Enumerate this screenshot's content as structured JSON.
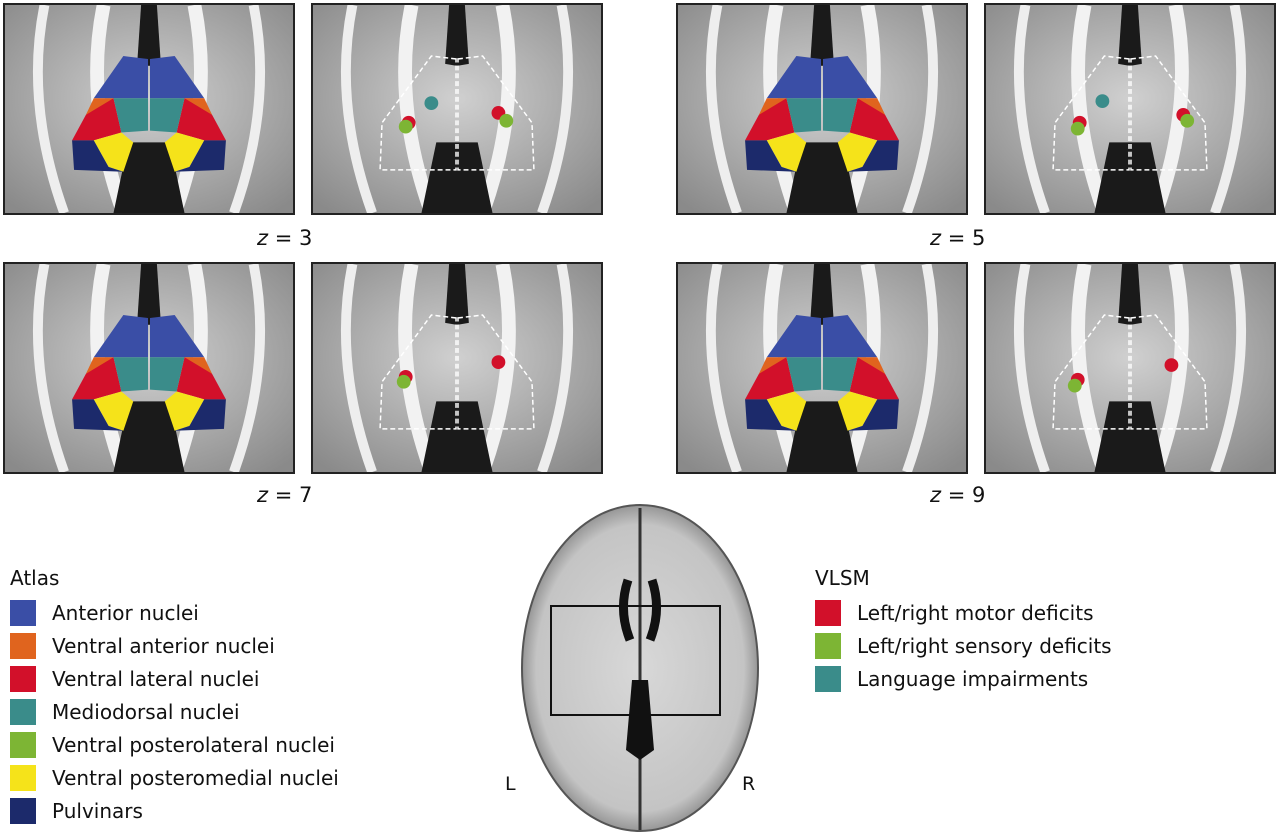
{
  "slices": [
    {
      "z": "3"
    },
    {
      "z": "5"
    },
    {
      "z": "7"
    },
    {
      "z": "9"
    }
  ],
  "z_prefix": "z",
  "z_eq": " = ",
  "atlas": {
    "title": "Atlas",
    "items": [
      {
        "label": "Anterior nuclei",
        "color": "#3a4ea6"
      },
      {
        "label": "Ventral anterior nuclei",
        "color": "#e0641e"
      },
      {
        "label": "Ventral lateral nuclei",
        "color": "#d2102a"
      },
      {
        "label": "Mediodorsal nuclei",
        "color": "#3a8c8a"
      },
      {
        "label": "Ventral posterolateral nuclei",
        "color": "#7db534"
      },
      {
        "label": "Ventral posteromedial nuclei",
        "color": "#f5e31a"
      },
      {
        "label": "Pulvinars",
        "color": "#1c2a6b"
      }
    ]
  },
  "vlsm": {
    "title": "VLSM",
    "items": [
      {
        "label": "Left/right motor deficits",
        "color": "#d2102a"
      },
      {
        "label": "Left/right sensory deficits",
        "color": "#7db534"
      },
      {
        "label": "Language impairments",
        "color": "#3a8c8a"
      }
    ]
  },
  "overview": {
    "left": "L",
    "right": "R"
  }
}
